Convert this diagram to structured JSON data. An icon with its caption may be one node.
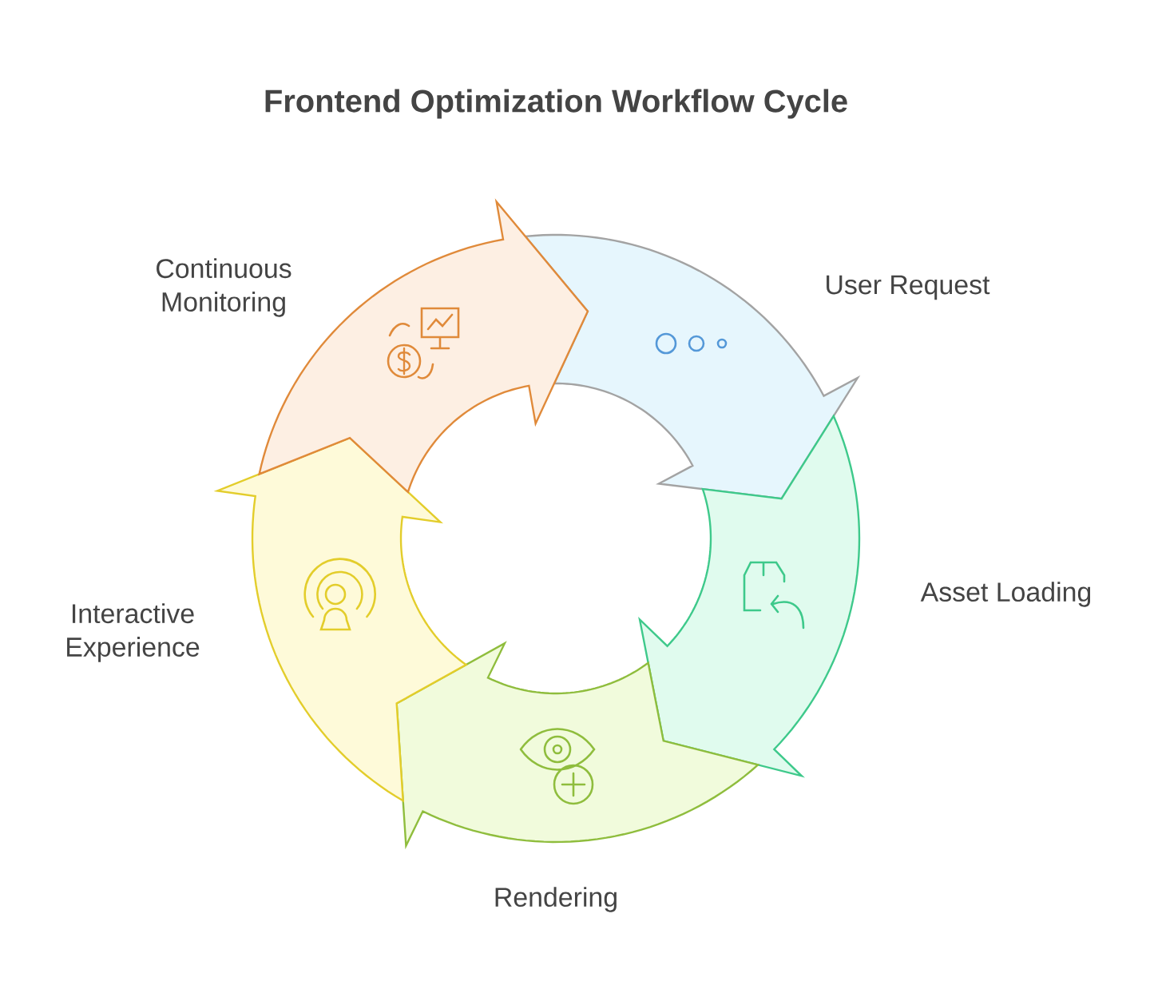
{
  "diagram": {
    "title": "Frontend Optimization Workflow Cycle",
    "nodes": [
      {
        "text": [
          "User Request"
        ]
      },
      {
        "text": [
          "Asset Loading"
        ]
      },
      {
        "text": [
          "Rendering"
        ]
      },
      {
        "text": [
          "Interactive Experience"
        ]
      },
      {
        "text": [
          "Continuous Monitoring"
        ]
      }
    ]
  }
}
